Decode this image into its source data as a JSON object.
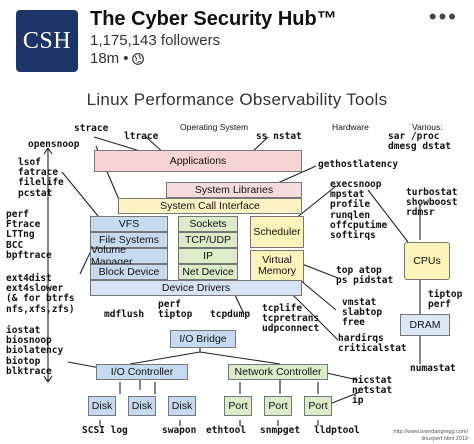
{
  "post": {
    "avatar_text": "CSH",
    "account_name": "The Cyber Security Hub™",
    "followers": "1,175,143 followers",
    "time": "18m",
    "dot": "•",
    "more": "•••"
  },
  "diagram": {
    "title": "Linux Performance Observability Tools",
    "captions": {
      "os": "Operating System",
      "hw": "Hardware",
      "various": "Various:"
    },
    "boxes": {
      "applications": "Applications",
      "system_libraries": "System Libraries",
      "syscall": "System Call Interface",
      "vfs": "VFS",
      "sockets": "Sockets",
      "scheduler": "Scheduler",
      "file_systems": "File Systems",
      "tcp_udp": "TCP/UDP",
      "volume_manager": "Volume Manager",
      "ip": "IP",
      "virtual_memory": "Virtual\nMemory",
      "block_device": "Block Device",
      "net_device": "Net Device",
      "device_drivers": "Device Drivers",
      "cpus": "CPUs",
      "dram": "DRAM",
      "io_bridge": "I/O Bridge",
      "io_controller": "I/O Controller",
      "network_controller": "Network Controller",
      "disk": "Disk",
      "port": "Port"
    },
    "tools": {
      "strace": "strace",
      "ltrace": "ltrace",
      "ss_nstat": "ss nstat",
      "opensnoop": "opensnoop",
      "various": "sar /proc\ndmesg dstat",
      "lsof": "lsof\nfatrace\nfilelife\npcstat",
      "gethostlatency": "gethostlatency",
      "execsnoop": "execsnoop\nmpstat\nprofile\nrunqlen\noffcputime\nsoftirqs",
      "turbostat": "turbostat\nshowboost\nrdmsr",
      "perf_left": "perf\nFtrace\nLTTng\nBCC\nbpftrace",
      "ext4": "ext4dist\next4slower\n(& for btrfs\nnfs,xfs,zfs)",
      "top_atop": "top atop\nps pidstat",
      "vmstat": "vmstat\nslabtop\nfree",
      "tiptop": "tiptop\nperf",
      "perf_mid": "perf\ntiptop",
      "mdflush": "mdflush",
      "tcpdump": "tcpdump",
      "tcplife": "tcplife\ntcpretrans\nudpconnect",
      "hardirqs": "hardirqs\ncriticalstat",
      "iostat": "iostat\nbiosnoop\nbiolatency\nbiotop\nblktrace",
      "numastat": "numastat",
      "nicstat": "nicstat\nnetstat\nip",
      "scsi_log": "SCSI log",
      "swapon": "swapon",
      "ethtool": "ethtool",
      "snmpget": "snmpget",
      "lldptool": "lldptool"
    },
    "credit": "http://www.brendangregg.com/\nlinuxperf.html 2019"
  }
}
